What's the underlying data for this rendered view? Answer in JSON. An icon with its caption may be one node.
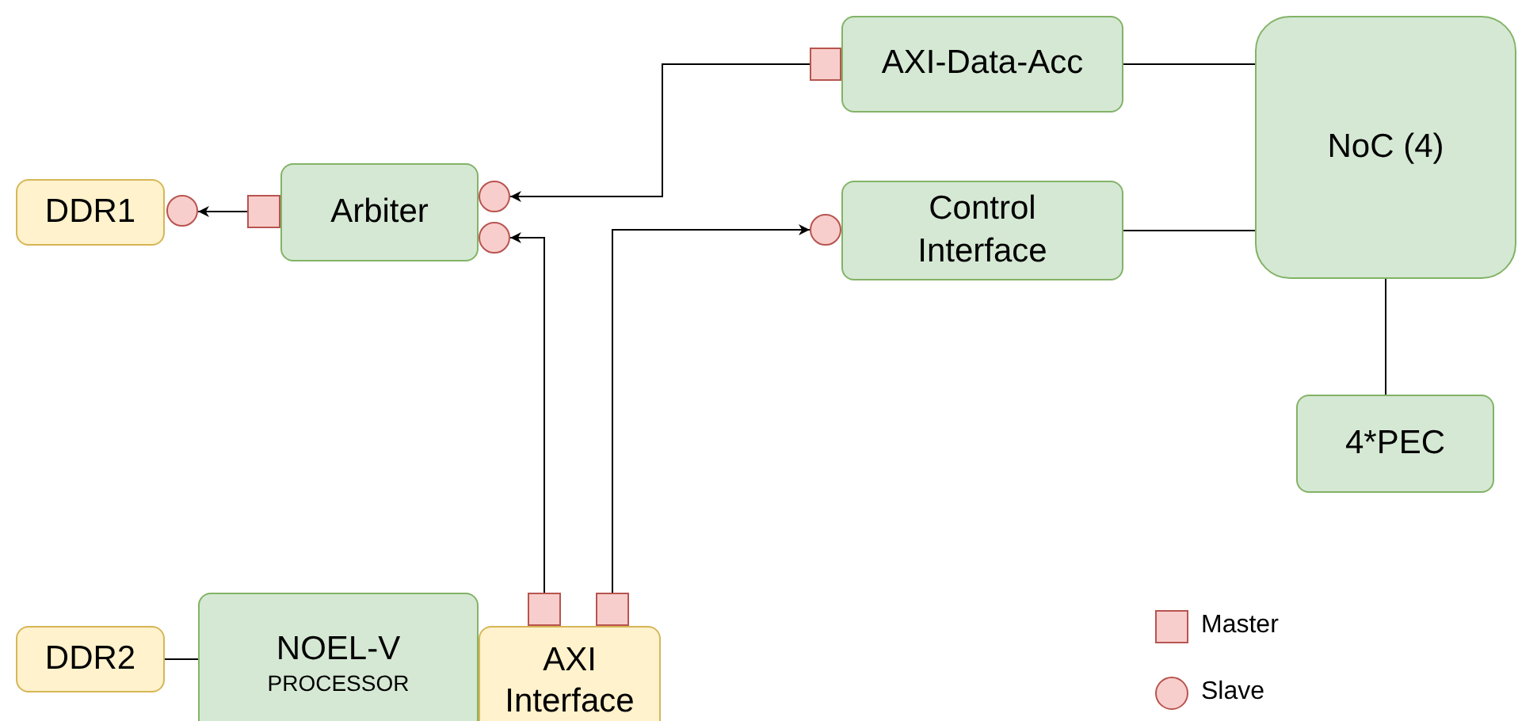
{
  "diagram": {
    "nodes": [
      {
        "text": [
          "DDR1"
        ]
      },
      {
        "text": [
          "Arbiter"
        ]
      },
      {
        "text": [
          "AXI-Data-Acc"
        ]
      },
      {
        "text": [
          "Control Interface"
        ]
      },
      {
        "text": [
          "NoC (4)"
        ]
      },
      {
        "text": [
          "4*PEC"
        ]
      },
      {
        "text": [
          "DDR2"
        ]
      },
      {
        "text": [
          "NOEL-V",
          "PROCESSOR"
        ]
      },
      {
        "text": [
          "AXI Interface"
        ]
      },
      {
        "text": [],
        "shape": "circle"
      },
      {
        "text": [],
        "shape": "box"
      },
      {
        "text": [],
        "shape": "circle"
      },
      {
        "text": [],
        "shape": "circle"
      },
      {
        "text": [],
        "shape": "box"
      },
      {
        "text": [],
        "shape": "circle"
      },
      {
        "text": [],
        "shape": "box"
      },
      {
        "text": [],
        "shape": "box"
      }
    ],
    "edges": [
      {
        "from": 10,
        "to": 9,
        "arrow": "to"
      },
      {
        "from": 13,
        "to": 11,
        "arrow": "to"
      },
      {
        "from": 15,
        "to": 12,
        "arrow": "to"
      },
      {
        "from": 16,
        "to": 14,
        "arrow": "to"
      },
      {
        "from": 2,
        "to": 4,
        "arrow": "none"
      },
      {
        "from": 3,
        "to": 4,
        "arrow": "none"
      },
      {
        "from": 4,
        "to": 5,
        "arrow": "none"
      },
      {
        "from": 6,
        "to": 7,
        "arrow": "none"
      }
    ],
    "legend": [
      {
        "text": "Master"
      },
      {
        "text": "Slave"
      }
    ]
  }
}
